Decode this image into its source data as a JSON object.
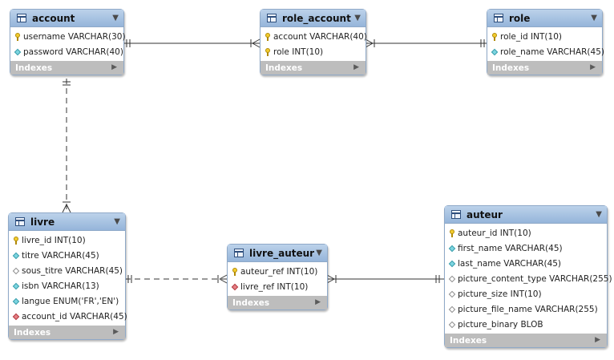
{
  "tables": [
    {
      "id": "account",
      "name": "account",
      "indexes_label": "Indexes",
      "columns": [
        {
          "icon": "key",
          "text": "username VARCHAR(30)"
        },
        {
          "icon": "dia",
          "text": "password VARCHAR(40)"
        }
      ]
    },
    {
      "id": "role_account",
      "name": "role_account",
      "indexes_label": "Indexes",
      "columns": [
        {
          "icon": "key",
          "text": "account VARCHAR(40)"
        },
        {
          "icon": "key",
          "text": "role INT(10)"
        }
      ]
    },
    {
      "id": "role",
      "name": "role",
      "indexes_label": "Indexes",
      "columns": [
        {
          "icon": "key",
          "text": "role_id INT(10)"
        },
        {
          "icon": "dia",
          "text": "role_name VARCHAR(45)"
        }
      ]
    },
    {
      "id": "livre",
      "name": "livre",
      "indexes_label": "Indexes",
      "columns": [
        {
          "icon": "key",
          "text": "livre_id INT(10)"
        },
        {
          "icon": "dia",
          "text": "titre VARCHAR(45)"
        },
        {
          "icon": "odia",
          "text": "sous_titre VARCHAR(45)"
        },
        {
          "icon": "dia",
          "text": "isbn VARCHAR(13)"
        },
        {
          "icon": "dia",
          "text": "langue ENUM('FR','EN')"
        },
        {
          "icon": "fk",
          "text": "account_id VARCHAR(45)"
        }
      ]
    },
    {
      "id": "livre_auteur",
      "name": "livre_auteur",
      "indexes_label": "Indexes",
      "columns": [
        {
          "icon": "key",
          "text": "auteur_ref INT(10)"
        },
        {
          "icon": "fk",
          "text": "livre_ref INT(10)"
        }
      ]
    },
    {
      "id": "auteur",
      "name": "auteur",
      "indexes_label": "Indexes",
      "columns": [
        {
          "icon": "key",
          "text": "auteur_id INT(10)"
        },
        {
          "icon": "dia",
          "text": "first_name VARCHAR(45)"
        },
        {
          "icon": "dia",
          "text": "last_name VARCHAR(45)"
        },
        {
          "icon": "odia",
          "text": "picture_content_type VARCHAR(255)"
        },
        {
          "icon": "odia",
          "text": "picture_size INT(10)"
        },
        {
          "icon": "odia",
          "text": "picture_file_name VARCHAR(255)"
        },
        {
          "icon": "odia",
          "text": "picture_binary BLOB"
        }
      ]
    }
  ],
  "colors": {
    "header_top": "#bcd2ea",
    "header_bottom": "#95b5da",
    "border": "#8fa9c8",
    "indexes_bar": "#bdbdbd",
    "line": "#333333"
  }
}
